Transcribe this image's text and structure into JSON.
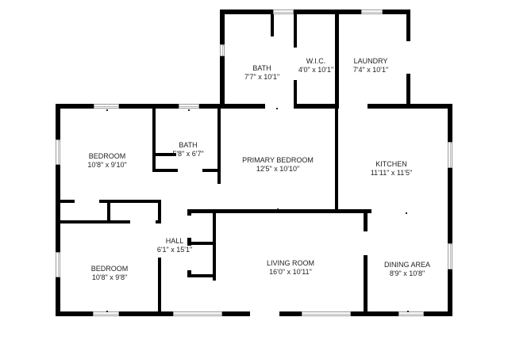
{
  "rooms": [
    {
      "id": "bath-upper",
      "name": "BATH",
      "dims": "7'7\" x 10'1\""
    },
    {
      "id": "wic",
      "name": "W.I.C.",
      "dims": "4'0\" x 10'1\""
    },
    {
      "id": "laundry",
      "name": "LAUNDRY",
      "dims": "7'4\" x 10'1\""
    },
    {
      "id": "bedroom-1",
      "name": "BEDROOM",
      "dims": "10'8\" x 9'10\""
    },
    {
      "id": "bath-lower",
      "name": "BATH",
      "dims": "5'8\" x 6'7\""
    },
    {
      "id": "primary-bedroom",
      "name": "PRIMARY BEDROOM",
      "dims": "12'5\" x 10'10\""
    },
    {
      "id": "kitchen",
      "name": "KITCHEN",
      "dims": "11'11\" x 11'5\""
    },
    {
      "id": "hall",
      "name": "HALL",
      "dims": "6'1\" x 15'1\""
    },
    {
      "id": "bedroom-2",
      "name": "BEDROOM",
      "dims": "10'8\" x 9'8\""
    },
    {
      "id": "living-room",
      "name": "LIVING ROOM",
      "dims": "16'0\" x 10'11\""
    },
    {
      "id": "dining-area",
      "name": "DINING AREA",
      "dims": "8'9\" x 10'8\""
    }
  ],
  "colors": {
    "wall": "#000000",
    "window_frame": "#9a9a9a",
    "background": "#ffffff"
  }
}
